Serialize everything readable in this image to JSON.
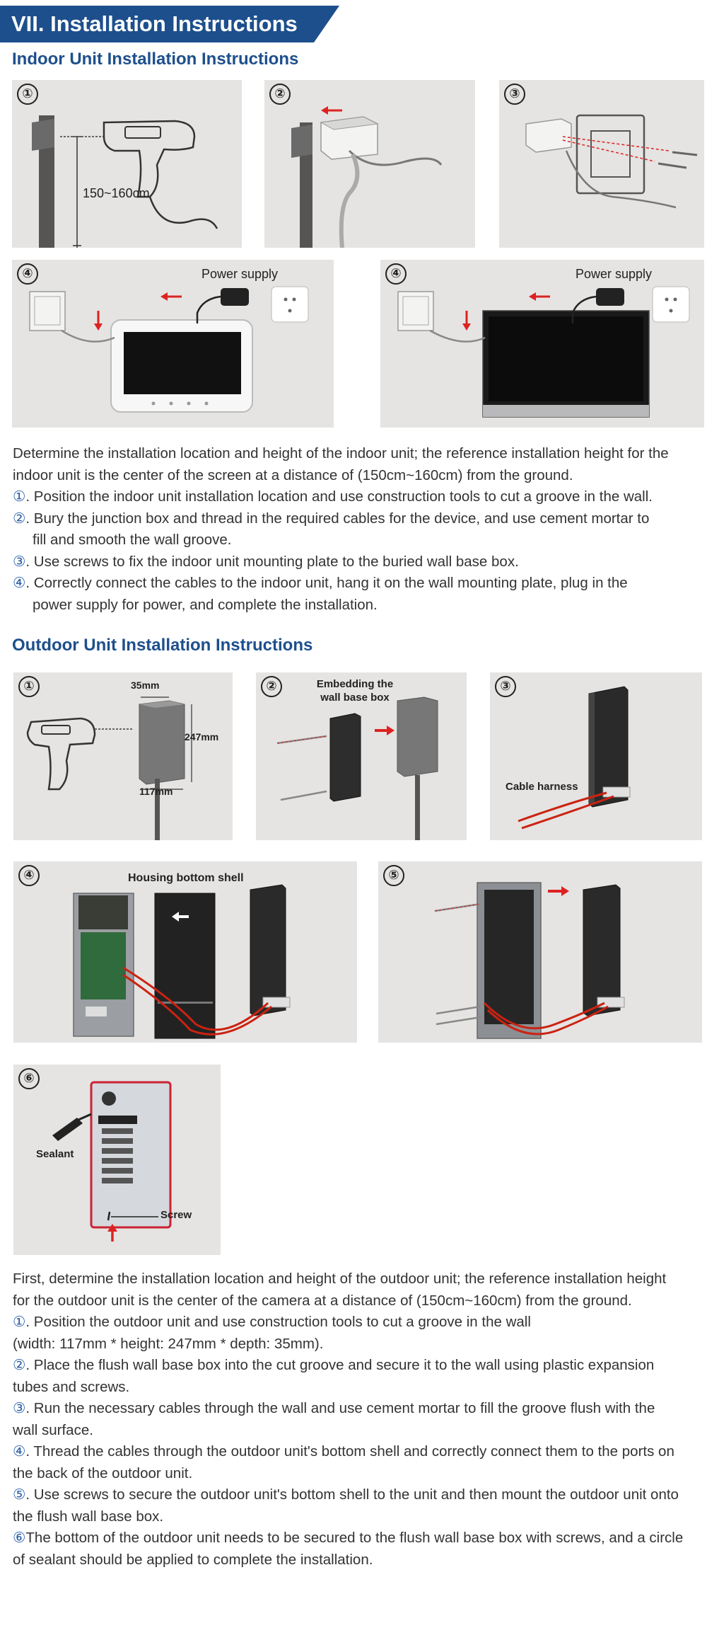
{
  "header": {
    "title": "VII. Installation Instructions",
    "color": "#1d4f8c"
  },
  "indoor": {
    "title": "Indoor Unit Installation Instructions",
    "panels": [
      {
        "num": "①",
        "label": "150~160cm"
      },
      {
        "num": "②"
      },
      {
        "num": "③"
      },
      {
        "num": "④",
        "label": "Power supply"
      },
      {
        "num": "④",
        "label": "Power supply"
      }
    ],
    "intro": "Determine the installation location and height of the indoor unit; the reference installation height for the indoor unit is the center of the screen at a distance of (150cm~160cm) from the ground.",
    "steps": [
      {
        "n": "①",
        "text": ". Position the indoor unit installation location and use construction tools to cut a groove in the wall."
      },
      {
        "n": "②",
        "text": ". Bury the junction box and thread in the required cables for the device, and use cement mortar to",
        "cont": "fill and smooth the wall groove."
      },
      {
        "n": "③",
        "text": ". Use screws to fix the indoor unit mounting plate to the buried wall base box."
      },
      {
        "n": "④",
        "text": ". Correctly connect the cables to the indoor unit, hang it on the wall mounting plate, plug in the",
        "cont": "power supply for power, and complete the installation."
      }
    ]
  },
  "outdoor": {
    "title": "Outdoor Unit Installation Instructions",
    "panels": [
      {
        "num": "①",
        "dim_w": "35mm",
        "dim_h": "247mm",
        "dim_d": "117mm"
      },
      {
        "num": "②",
        "label1": "Embedding the",
        "label2": "wall base box"
      },
      {
        "num": "③",
        "label": "Cable harness"
      },
      {
        "num": "④",
        "label": "Housing bottom shell"
      },
      {
        "num": "⑤"
      },
      {
        "num": "⑥",
        "label_sealant": "Sealant",
        "label_screw": "Screw"
      }
    ],
    "intro1": "First, determine the installation location and height of the outdoor unit; the reference installation height",
    "intro2": "for the outdoor unit is the center of the camera at a distance of (150cm~160cm) from the ground.",
    "steps": [
      {
        "n": "①",
        "line1": ". Position the outdoor unit and use construction tools to cut a groove in the wall",
        "line2": "(width: 117mm * height: 247mm * depth: 35mm)."
      },
      {
        "n": "②",
        "line1": ". Place the flush wall base box into the cut groove and secure it to the wall using plastic expansion",
        "line2": "tubes and screws."
      },
      {
        "n": "③",
        "line1": ". Run the necessary cables through the wall and use cement mortar to fill the groove flush with the",
        "line2": "wall surface."
      },
      {
        "n": "④",
        "line1": ". Thread the cables through the outdoor unit's bottom shell and correctly connect them to the ports on",
        "line2": "the back of the outdoor unit."
      },
      {
        "n": "⑤",
        "line1": ". Use screws to secure the outdoor unit's bottom shell to the unit and then mount the outdoor unit onto",
        "line2": "the flush wall base box."
      },
      {
        "n": "⑥",
        "line1": "The bottom of the outdoor unit needs to be secured to the flush wall base box with screws, and a circle",
        "line2": "of sealant should be applied to complete the installation."
      }
    ]
  }
}
